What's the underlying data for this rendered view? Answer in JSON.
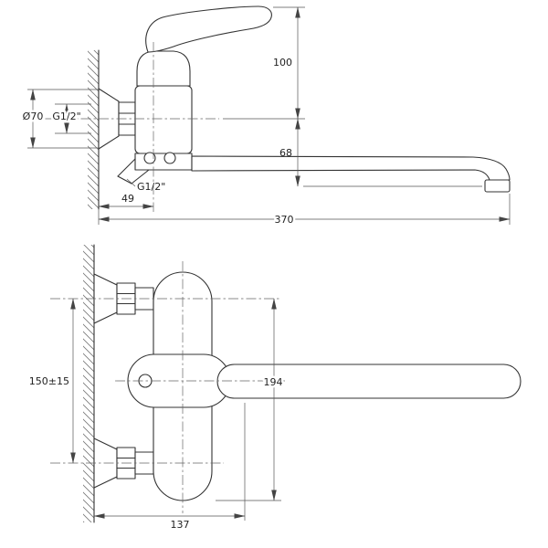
{
  "drawing": {
    "side_view": {
      "dims": {
        "height_100": "100",
        "flange_diameter": "Ø70",
        "inlet_thread": "G1/2\"",
        "drop_68": "68",
        "shower_thread": "G1/2\"",
        "offset_49": "49",
        "reach_370": "370"
      }
    },
    "front_view": {
      "dims": {
        "mount_spacing": "150±15",
        "height_194": "194",
        "width_137": "137"
      }
    }
  }
}
